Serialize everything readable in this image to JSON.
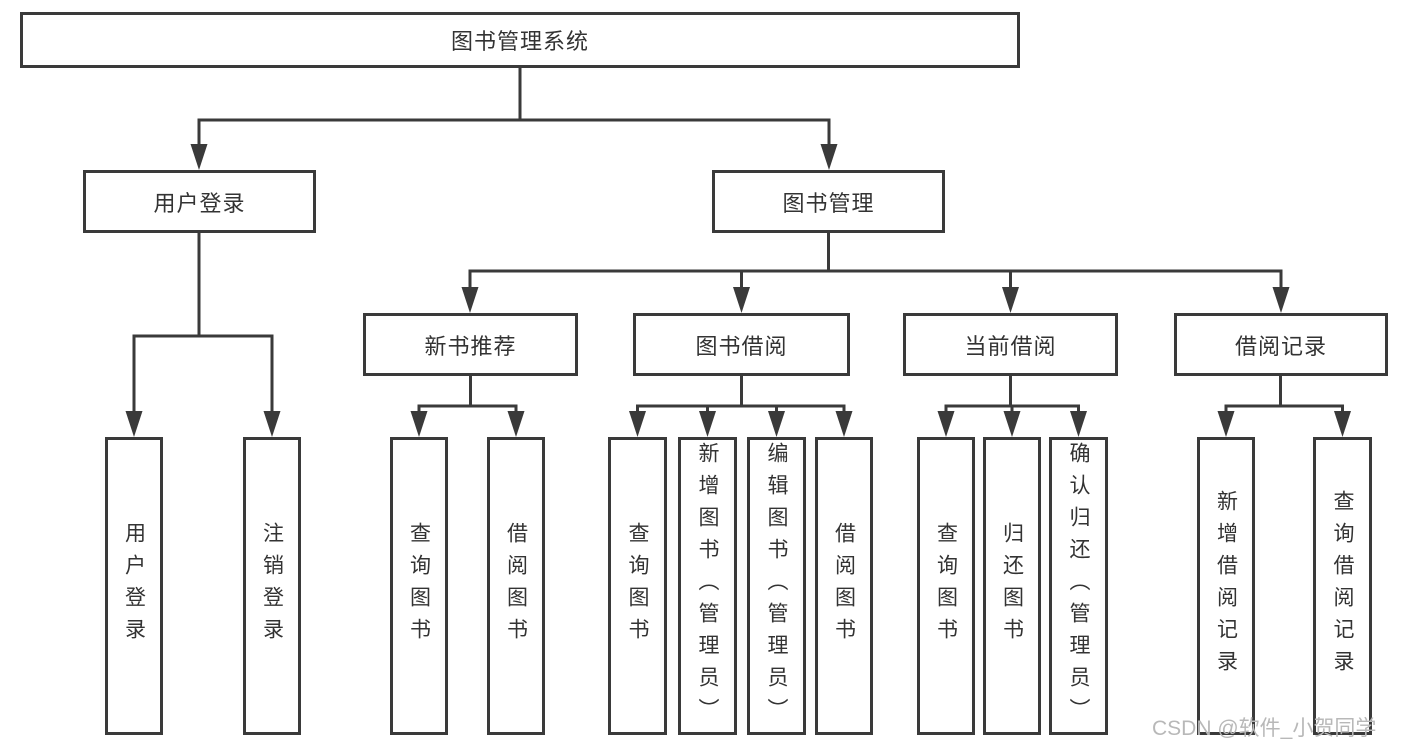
{
  "diagram": {
    "root_label": "图书管理系统",
    "level2": {
      "user_login": "用户登录",
      "book_mgmt": "图书管理"
    },
    "level3": {
      "new_book": "新书推荐",
      "book_borrow": "图书借阅",
      "current_borrow": "当前借阅",
      "borrow_records": "借阅记录"
    },
    "leaves": {
      "login": [
        "用户登录",
        "注销登录"
      ],
      "new_book": [
        "查询图书",
        "借阅图书"
      ],
      "book_borrow": [
        "查询图书",
        "新增图书（管理员）",
        "编辑图书（管理员）",
        "借阅图书"
      ],
      "current_borrow": [
        "查询图书",
        "归还图书",
        "确认归还（管理员）"
      ],
      "borrow_records": [
        "新增借阅记录",
        "查询借阅记录"
      ]
    },
    "watermark": "CSDN @软件_小贺同学",
    "colors": {
      "line": "#3a3a3a",
      "text": "#333333",
      "watermark": "#b8b8b8"
    }
  }
}
